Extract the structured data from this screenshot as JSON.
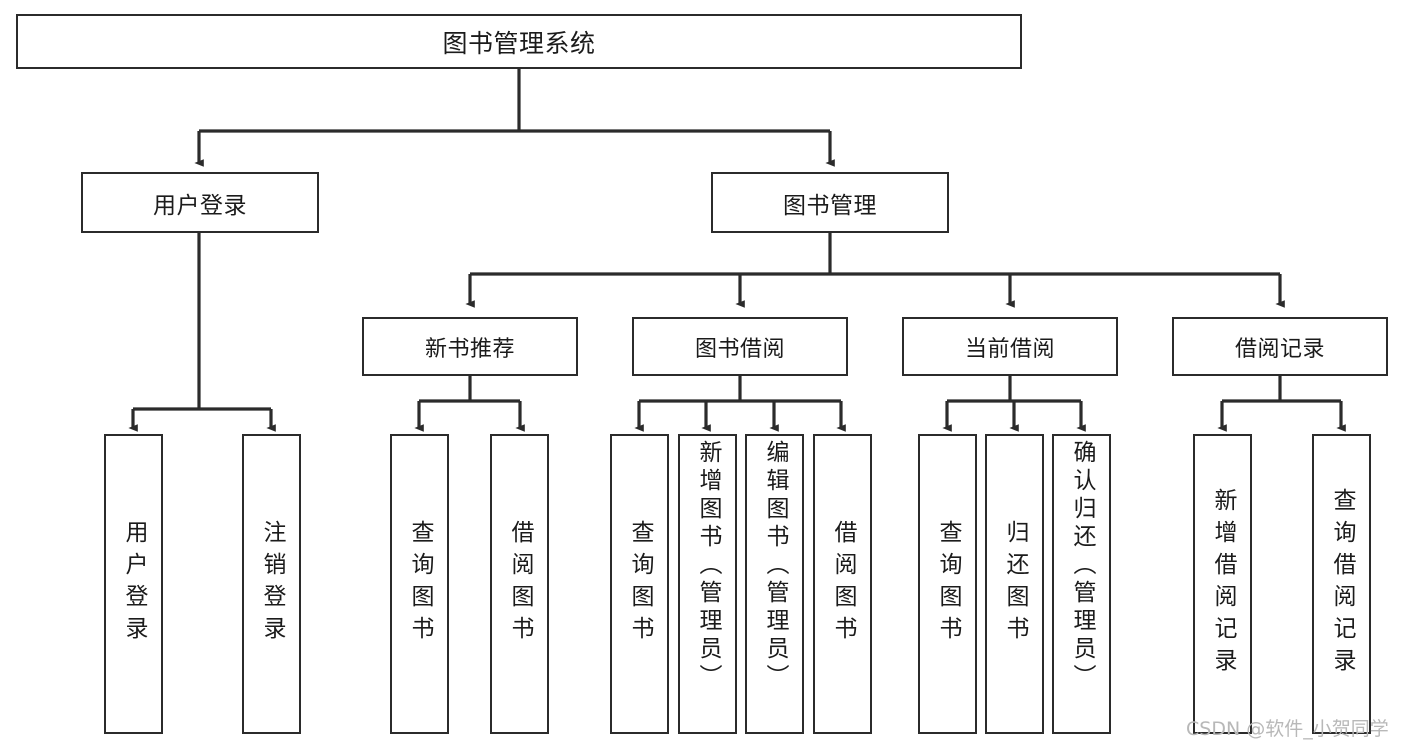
{
  "diagram": {
    "title": "图书管理系统",
    "type": "tree-hierarchy-chart",
    "watermark": "CSDN @软件_小贺同学",
    "colors": {
      "box_stroke": "#2b2b2b",
      "box_fill": "#ffffff",
      "connector": "#2b2b2b",
      "text": "#1b1b1b",
      "watermark": "#b8b8b8",
      "background": "#ffffff"
    },
    "nodes": {
      "root": {
        "label": "图书管理系统"
      },
      "level2": [
        {
          "id": "user-login",
          "label": "用户登录"
        },
        {
          "id": "book-management",
          "label": "图书管理"
        }
      ],
      "level3": [
        {
          "id": "new-book-recommend",
          "label": "新书推荐"
        },
        {
          "id": "book-borrow",
          "label": "图书借阅"
        },
        {
          "id": "current-borrow",
          "label": "当前借阅"
        },
        {
          "id": "borrow-record",
          "label": "借阅记录"
        }
      ],
      "leaves": {
        "user_login": [
          {
            "id": "leaf-user-login",
            "label": "用户登录"
          },
          {
            "id": "leaf-user-logout",
            "label": "注销登录"
          }
        ],
        "new_book_recommend": [
          {
            "id": "leaf-query-book-1",
            "label": "查询图书"
          },
          {
            "id": "leaf-borrow-book-1",
            "label": "借阅图书"
          }
        ],
        "book_borrow": [
          {
            "id": "leaf-query-book-2",
            "label": "查询图书"
          },
          {
            "id": "leaf-add-book-admin",
            "label": "新增图书（管理员）"
          },
          {
            "id": "leaf-edit-book-admin",
            "label": "编辑图书（管理员）"
          },
          {
            "id": "leaf-borrow-book-2",
            "label": "借阅图书"
          }
        ],
        "current_borrow": [
          {
            "id": "leaf-query-book-3",
            "label": "查询图书"
          },
          {
            "id": "leaf-return-book",
            "label": "归还图书"
          },
          {
            "id": "leaf-confirm-return-admin",
            "label": "确认归还（管理员）"
          }
        ],
        "borrow_record": [
          {
            "id": "leaf-add-borrow-record",
            "label": "新增借阅记录"
          },
          {
            "id": "leaf-query-borrow-record",
            "label": "查询借阅记录"
          }
        ]
      }
    }
  }
}
